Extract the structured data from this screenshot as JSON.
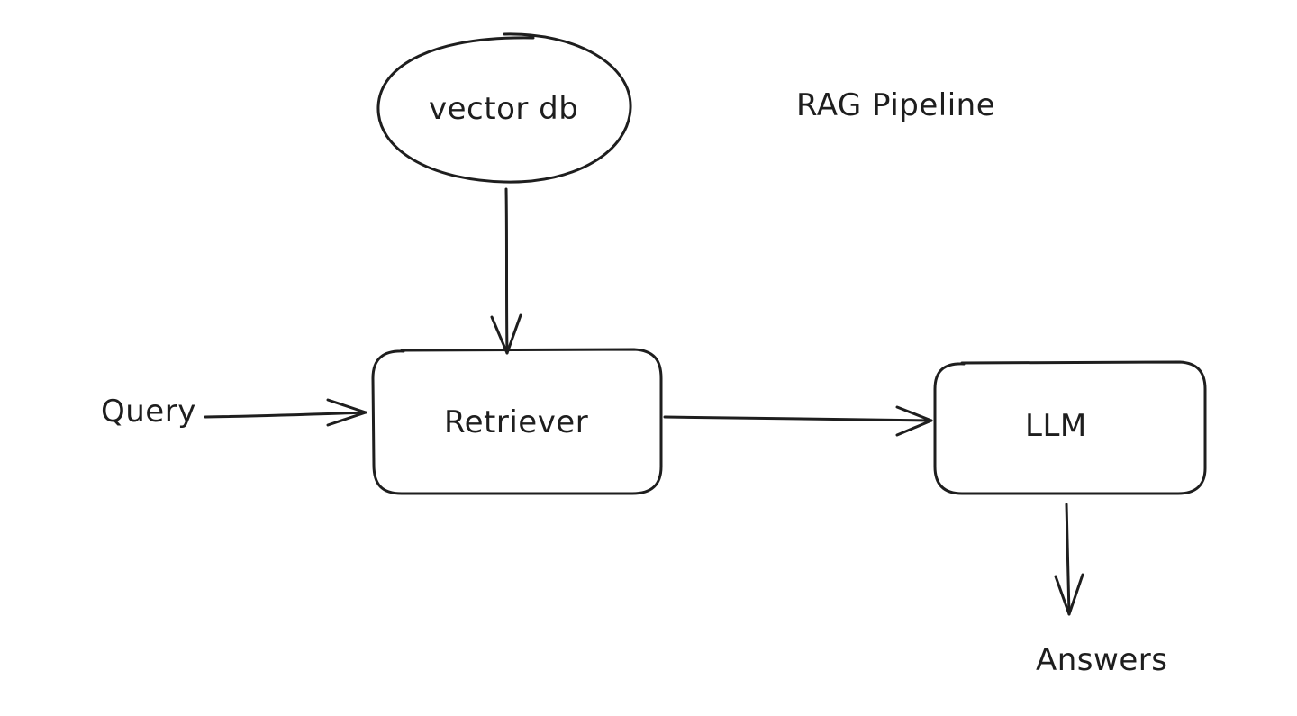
{
  "diagram": {
    "title": "RAG Pipeline",
    "nodes": {
      "vector_db": "vector db",
      "retriever": "Retriever",
      "llm": "LLM",
      "query": "Query",
      "answers": "Answers"
    },
    "stroke_color": "#1e1e1e",
    "background": "#ffffff"
  }
}
